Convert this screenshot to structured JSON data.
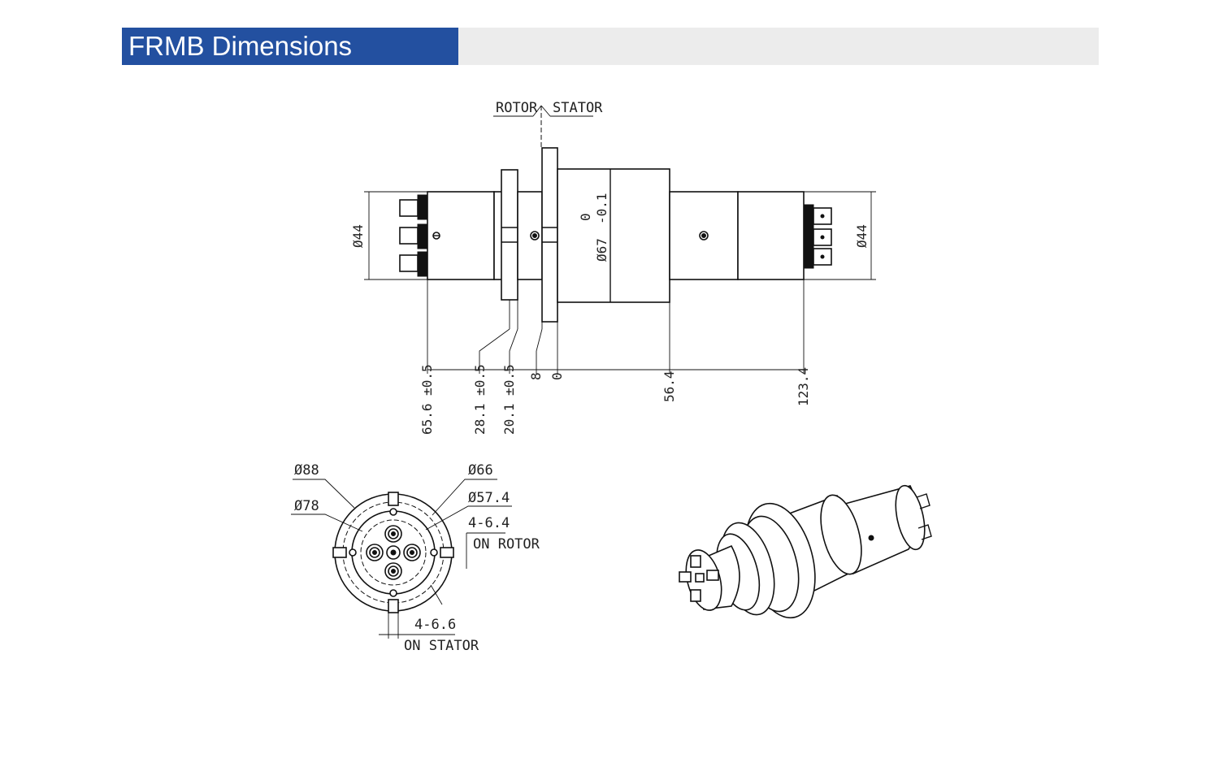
{
  "header": {
    "title": "FRMB Dimensions",
    "accent_color": "#2350a0",
    "bar_color": "#ececec"
  },
  "side_view": {
    "rotor_label": "ROTOR",
    "stator_label": "STATOR",
    "left_diameter": "Ø44",
    "right_diameter": "Ø44",
    "center_diameter": "Ø67",
    "center_tol_upper": "0",
    "center_tol_lower": "-0.1",
    "dim_65_6": "65.6 ±0.5",
    "dim_28_1": "28.1 ±0.5",
    "dim_20_1": "20.1 ±0.5",
    "dim_8": "8",
    "dim_0": "0",
    "dim_56_4": "56.4",
    "dim_123_4": "123.4"
  },
  "end_view": {
    "d88": "Ø88",
    "d78": "Ø78",
    "d66": "Ø66",
    "d57_4": "Ø57.4",
    "holes_rotor": "4-6.4",
    "on_rotor": "ON ROTOR",
    "holes_stator": "4-6.6",
    "on_stator": "ON STATOR"
  }
}
